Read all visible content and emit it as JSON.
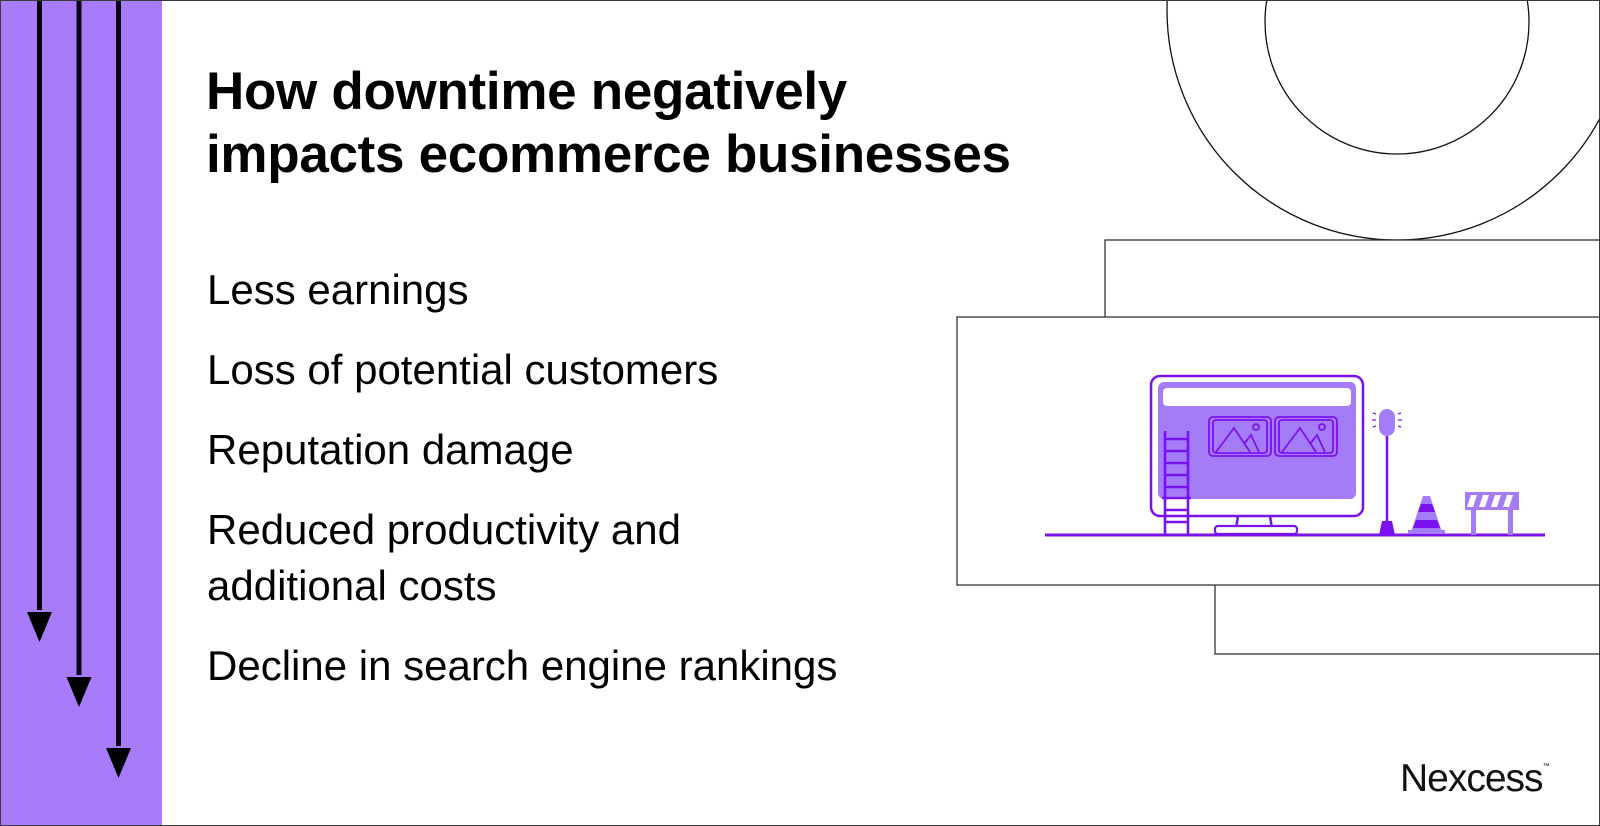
{
  "title": {
    "line1": "How downtime negatively",
    "line2": "impacts ecommerce businesses"
  },
  "impacts": [
    {
      "line1": "Less earnings"
    },
    {
      "line1": "Loss of potential customers"
    },
    {
      "line1": "Reputation damage"
    },
    {
      "line1": "Reduced productivity and",
      "line2": "additional costs"
    },
    {
      "line1": "Decline in search engine rankings"
    }
  ],
  "brand": {
    "name": "Nexcess",
    "trademark": "™"
  },
  "colors": {
    "sidebar": "#a87bfb",
    "accent": "#7a12f0",
    "accent_light": "#a47cf8",
    "text": "#000000"
  },
  "illustration": {
    "subject": "monitor-under-construction",
    "elements": [
      "monitor-icon",
      "ladder-icon",
      "warning-light-icon",
      "traffic-cone-icon",
      "road-barrier-icon"
    ]
  }
}
